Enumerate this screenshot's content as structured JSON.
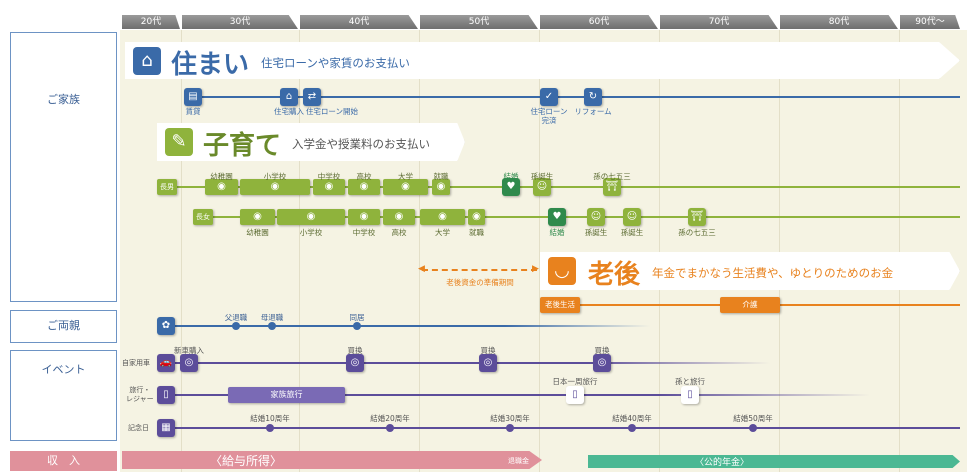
{
  "colors": {
    "housing": "#3a6aa8",
    "kids": "#8fb33c",
    "kids_dark": "#2f8a4c",
    "retire": "#e8821e",
    "event": "#5c4d9a",
    "income": "#e0919b",
    "pension": "#4bb893"
  },
  "ages": [
    "20代",
    "30代",
    "40代",
    "50代",
    "60代",
    "70代",
    "80代",
    "90代〜"
  ],
  "side": {
    "family": "ご家族",
    "parents": "ご両親",
    "event": "イベント",
    "income": "収　入"
  },
  "housing": {
    "icon": "house-icon",
    "title": "住まい",
    "subtitle": "住宅ローンや家賃のお支払い",
    "events": [
      "賃貸",
      "住宅購入",
      "住宅ローン開始",
      "住宅ローン\n完済",
      "リフォーム"
    ]
  },
  "kids": {
    "icon": "pencil-note-icon",
    "title": "子育て",
    "subtitle": "入学金や授業料のお支払い",
    "son": {
      "label": "長男",
      "stages": [
        "幼稚園",
        "小学校",
        "中学校",
        "高校",
        "大学",
        "就職"
      ],
      "events": [
        "結婚",
        "孫誕生",
        "孫の七五三"
      ]
    },
    "daughter": {
      "label": "長女",
      "stages": [
        "幼稚園",
        "小学校",
        "中学校",
        "高校",
        "大学",
        "就職"
      ],
      "events": [
        "結婚",
        "孫誕生",
        "孫誕生",
        "孫の七五三"
      ]
    }
  },
  "retire": {
    "icon": "pipe-icon",
    "title": "老後",
    "subtitle": "年金でまかなう生活費や、ゆとりのためのお金",
    "prep": "老後資金の準備期間",
    "stages": [
      "老後生活",
      "介護"
    ]
  },
  "parents": {
    "events": [
      "父退職",
      "母退職",
      "同居"
    ]
  },
  "car": {
    "label": "自家用車",
    "events": [
      "新車購入",
      "買換",
      "買換",
      "買換"
    ]
  },
  "travel": {
    "label": "旅行・\nレジャー",
    "bar": "家族旅行",
    "events": [
      "日本一周旅行",
      "孫と旅行"
    ]
  },
  "anniv": {
    "label": "記念日",
    "events": [
      "結婚10周年",
      "結婚20周年",
      "結婚30周年",
      "結婚40周年",
      "結婚50周年"
    ]
  },
  "income": {
    "salary": "〈給与所得〉",
    "retirement_pay": "退職金",
    "pension": "〈公的年金〉"
  }
}
